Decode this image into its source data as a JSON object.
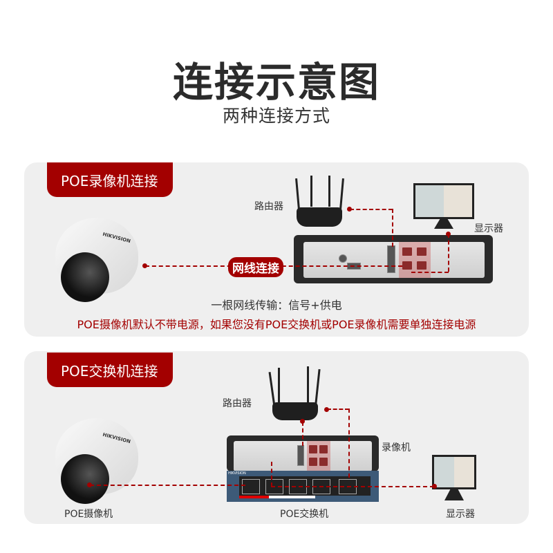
{
  "header": {
    "title": "连接示意图",
    "subtitle": "两种连接方式"
  },
  "panel1": {
    "tab": "POE录像机连接",
    "router_label": "路由器",
    "monitor_label": "显示器",
    "cable_badge": "网线连接",
    "camera_brand": "HIKVISION",
    "note": "一根网线传输：信号+供电",
    "warning": "POE摄像机默认不带电源，如果您没有POE交换机或POE录像机需要单独连接电源"
  },
  "panel2": {
    "tab": "POE交换机连接",
    "router_label": "路由器",
    "nvr_label": "录像机",
    "camera_label": "POE摄像机",
    "switch_label": "POE交换机",
    "monitor_label": "显示器",
    "camera_brand": "HIKVISION",
    "switch_brand": "HIKVISION"
  },
  "colors": {
    "accent": "#a30000",
    "panel": "#efefef"
  }
}
